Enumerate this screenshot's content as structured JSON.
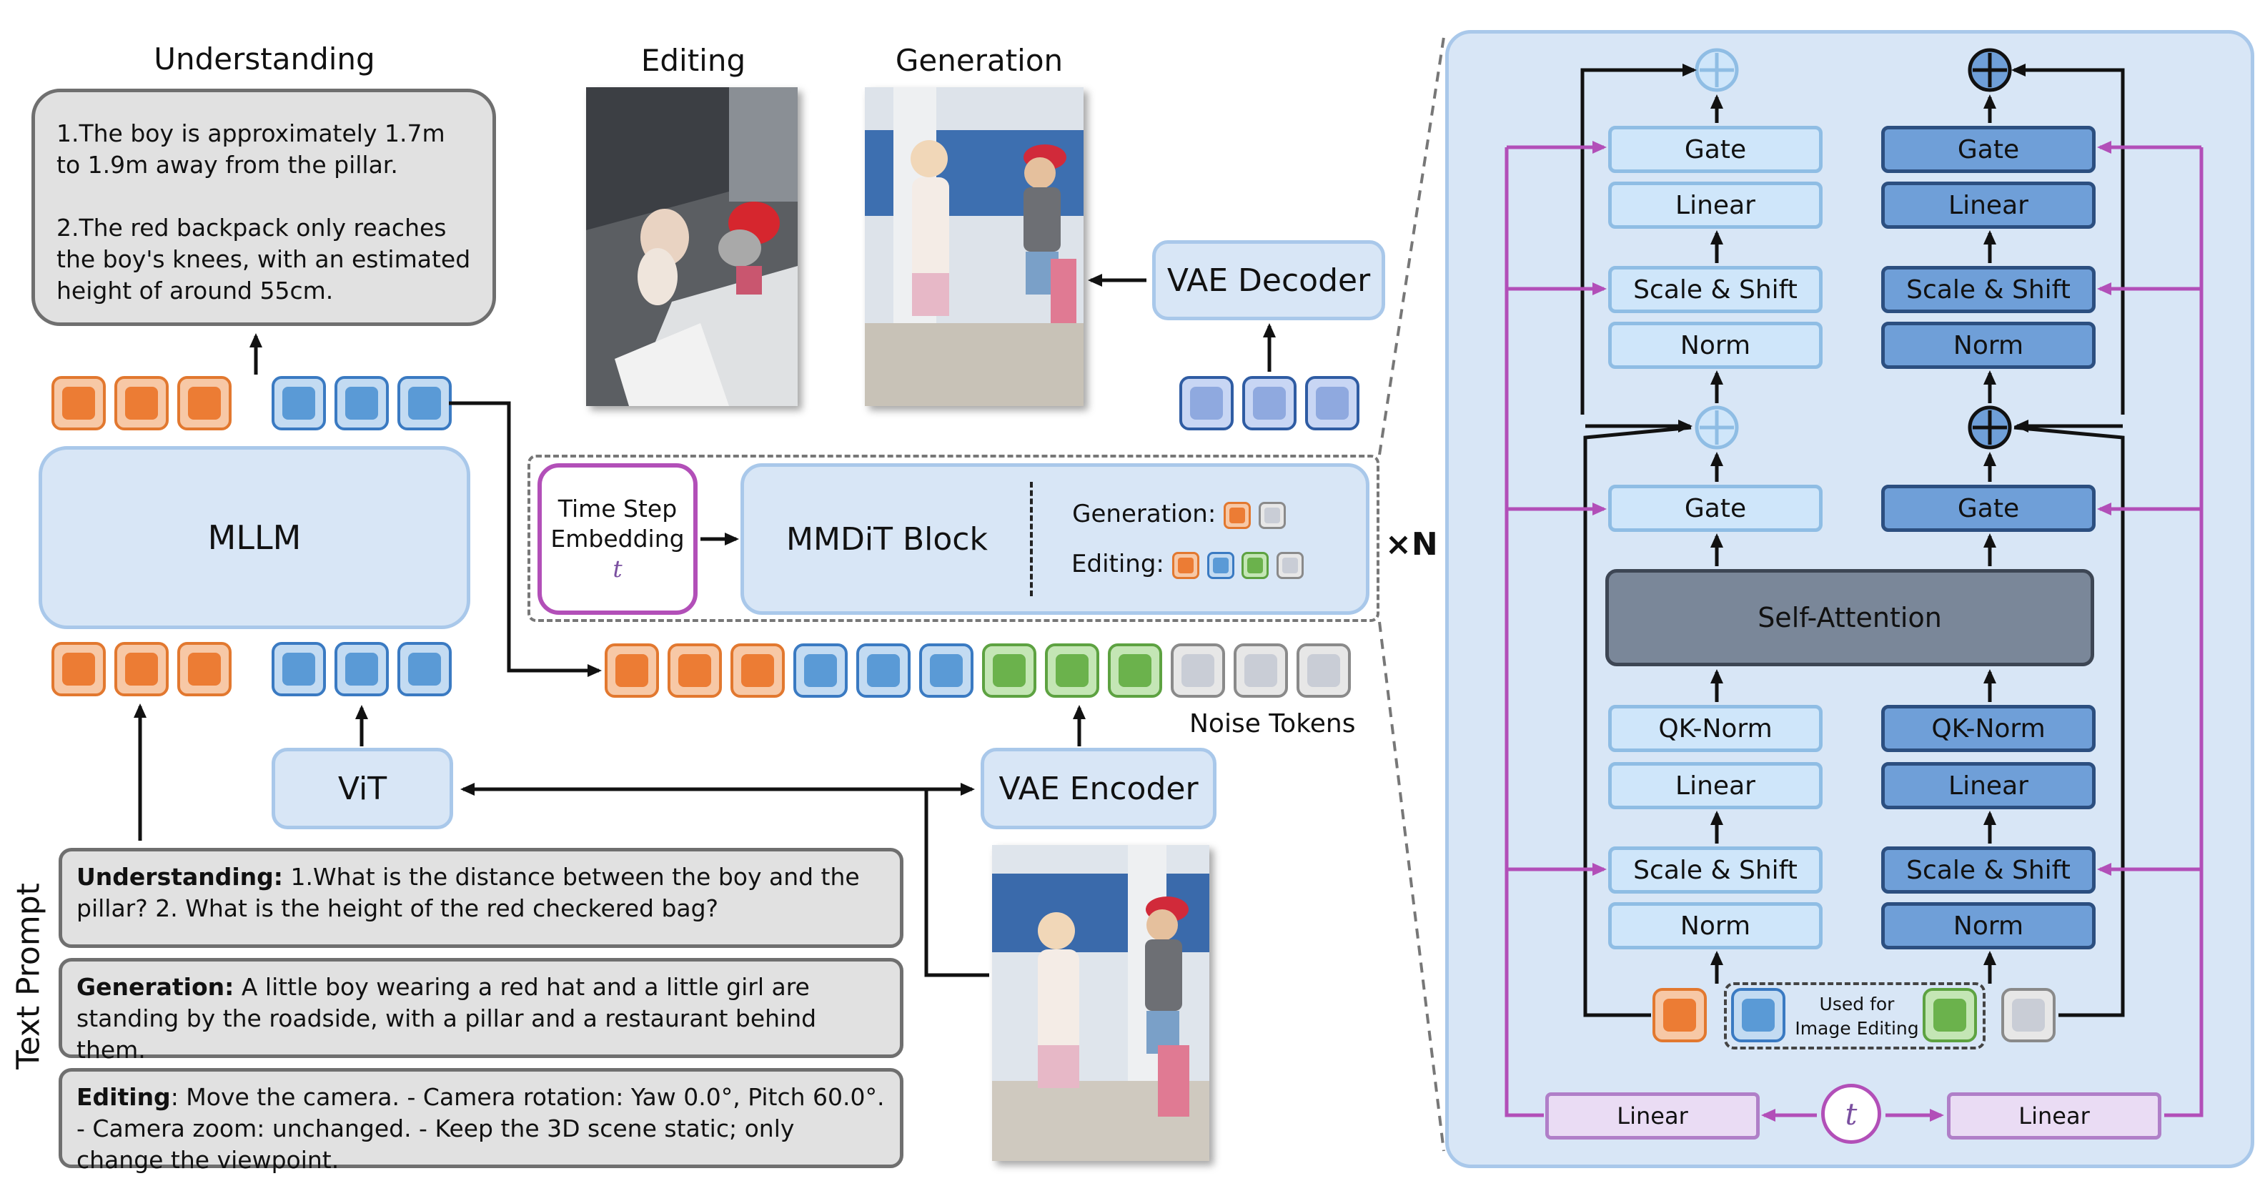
{
  "headers": {
    "understanding": "Understanding",
    "editing": "Editing",
    "generation": "Generation"
  },
  "answer": {
    "p1": "1.The boy is approximately 1.7m to 1.9m away from the pillar.",
    "p2": "2.The red backpack only reaches the boy's knees, with an estimated height of around 55cm."
  },
  "mllm": "MLLM",
  "vit": "ViT",
  "vae_decoder": "VAE Decoder",
  "vae_encoder": "VAE Encoder",
  "time_step": {
    "line1": "Time Step",
    "line2": "Embedding",
    "symbol": "t"
  },
  "mmdit": {
    "label": "MMDiT Block",
    "generation": "Generation:",
    "editing": "Editing:",
    "repeat": "×N"
  },
  "noise_tokens": "Noise Tokens",
  "text_prompt": "Text Prompt",
  "prompts": {
    "understanding_label": "Understanding:",
    "understanding_text": " 1.What is the distance between the boy and the pillar?  2. What is the height of the red checkered bag?",
    "generation_label": "Generation:",
    "generation_text": " A little boy wearing a red hat and a little girl are standing by the roadside, with a pillar and a restaurant behind them.",
    "editing_label": "Editing",
    "editing_text": ": Move the camera. - Camera rotation: Yaw 0.0°, Pitch 60.0°. - Camera zoom: unchanged. - Keep the 3D scene static; only change the viewpoint."
  },
  "block": {
    "gate": "Gate",
    "linear": "Linear",
    "scale_shift": "Scale & Shift",
    "norm": "Norm",
    "self_attention": "Self-Attention",
    "qk_norm": "QK-Norm",
    "used_for": "Used for",
    "image_editing": "Image Editing",
    "t": "t",
    "linear_small": "Linear"
  },
  "colors": {
    "light_block": "#cfe6fa",
    "dark_block": "#6f9fd8",
    "attention": "#7a8799",
    "panel": "#d8e6f6",
    "purple": "#b24fb8"
  }
}
